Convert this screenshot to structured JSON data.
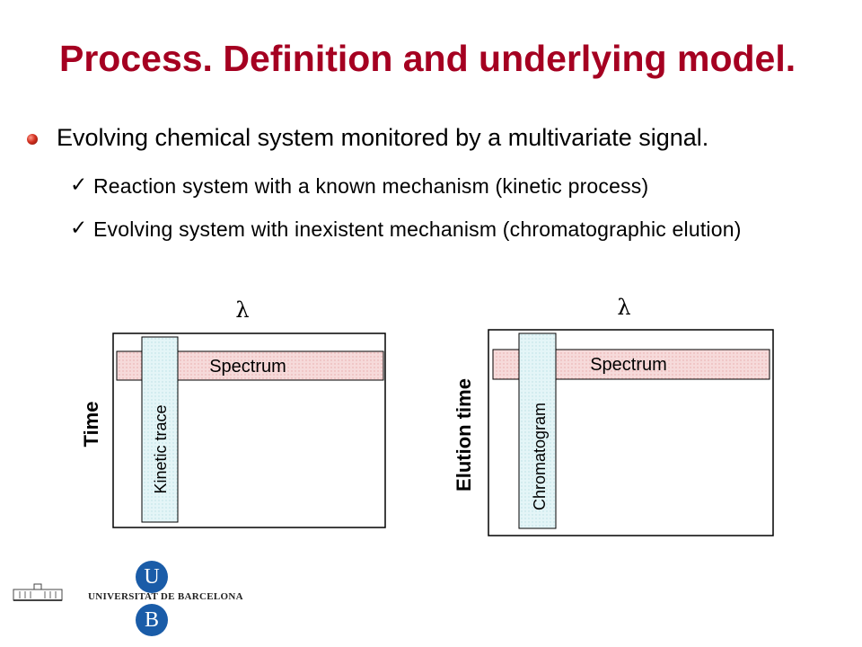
{
  "slide": {
    "title": "Process. Definition and underlying model.",
    "bullet": "Evolving chemical system monitored by a multivariate signal.",
    "subbullets": [
      "Reaction system with a known mechanism (kinetic process)",
      "Evolving system with inexistent mechanism (chromatographic elution)"
    ],
    "check_glyph": "✓"
  },
  "diagrams": {
    "left": {
      "top_label": "λ",
      "side_label": "Time",
      "band_label": "Spectrum",
      "column_label": "Kinetic trace"
    },
    "right": {
      "top_label": "λ",
      "side_label": "Elution time",
      "band_label": "Spectrum",
      "column_label": "Chromatogram"
    },
    "colors": {
      "band_fill": "#f6dada",
      "band_hatch": "#e7a9a9",
      "column_fill": "#e4f5f7",
      "column_hatch": "#b9dfe4"
    }
  },
  "logo": {
    "text": "UNIVERSITAT DE BARCELONA",
    "badge_top": "U",
    "badge_bottom": "B"
  }
}
